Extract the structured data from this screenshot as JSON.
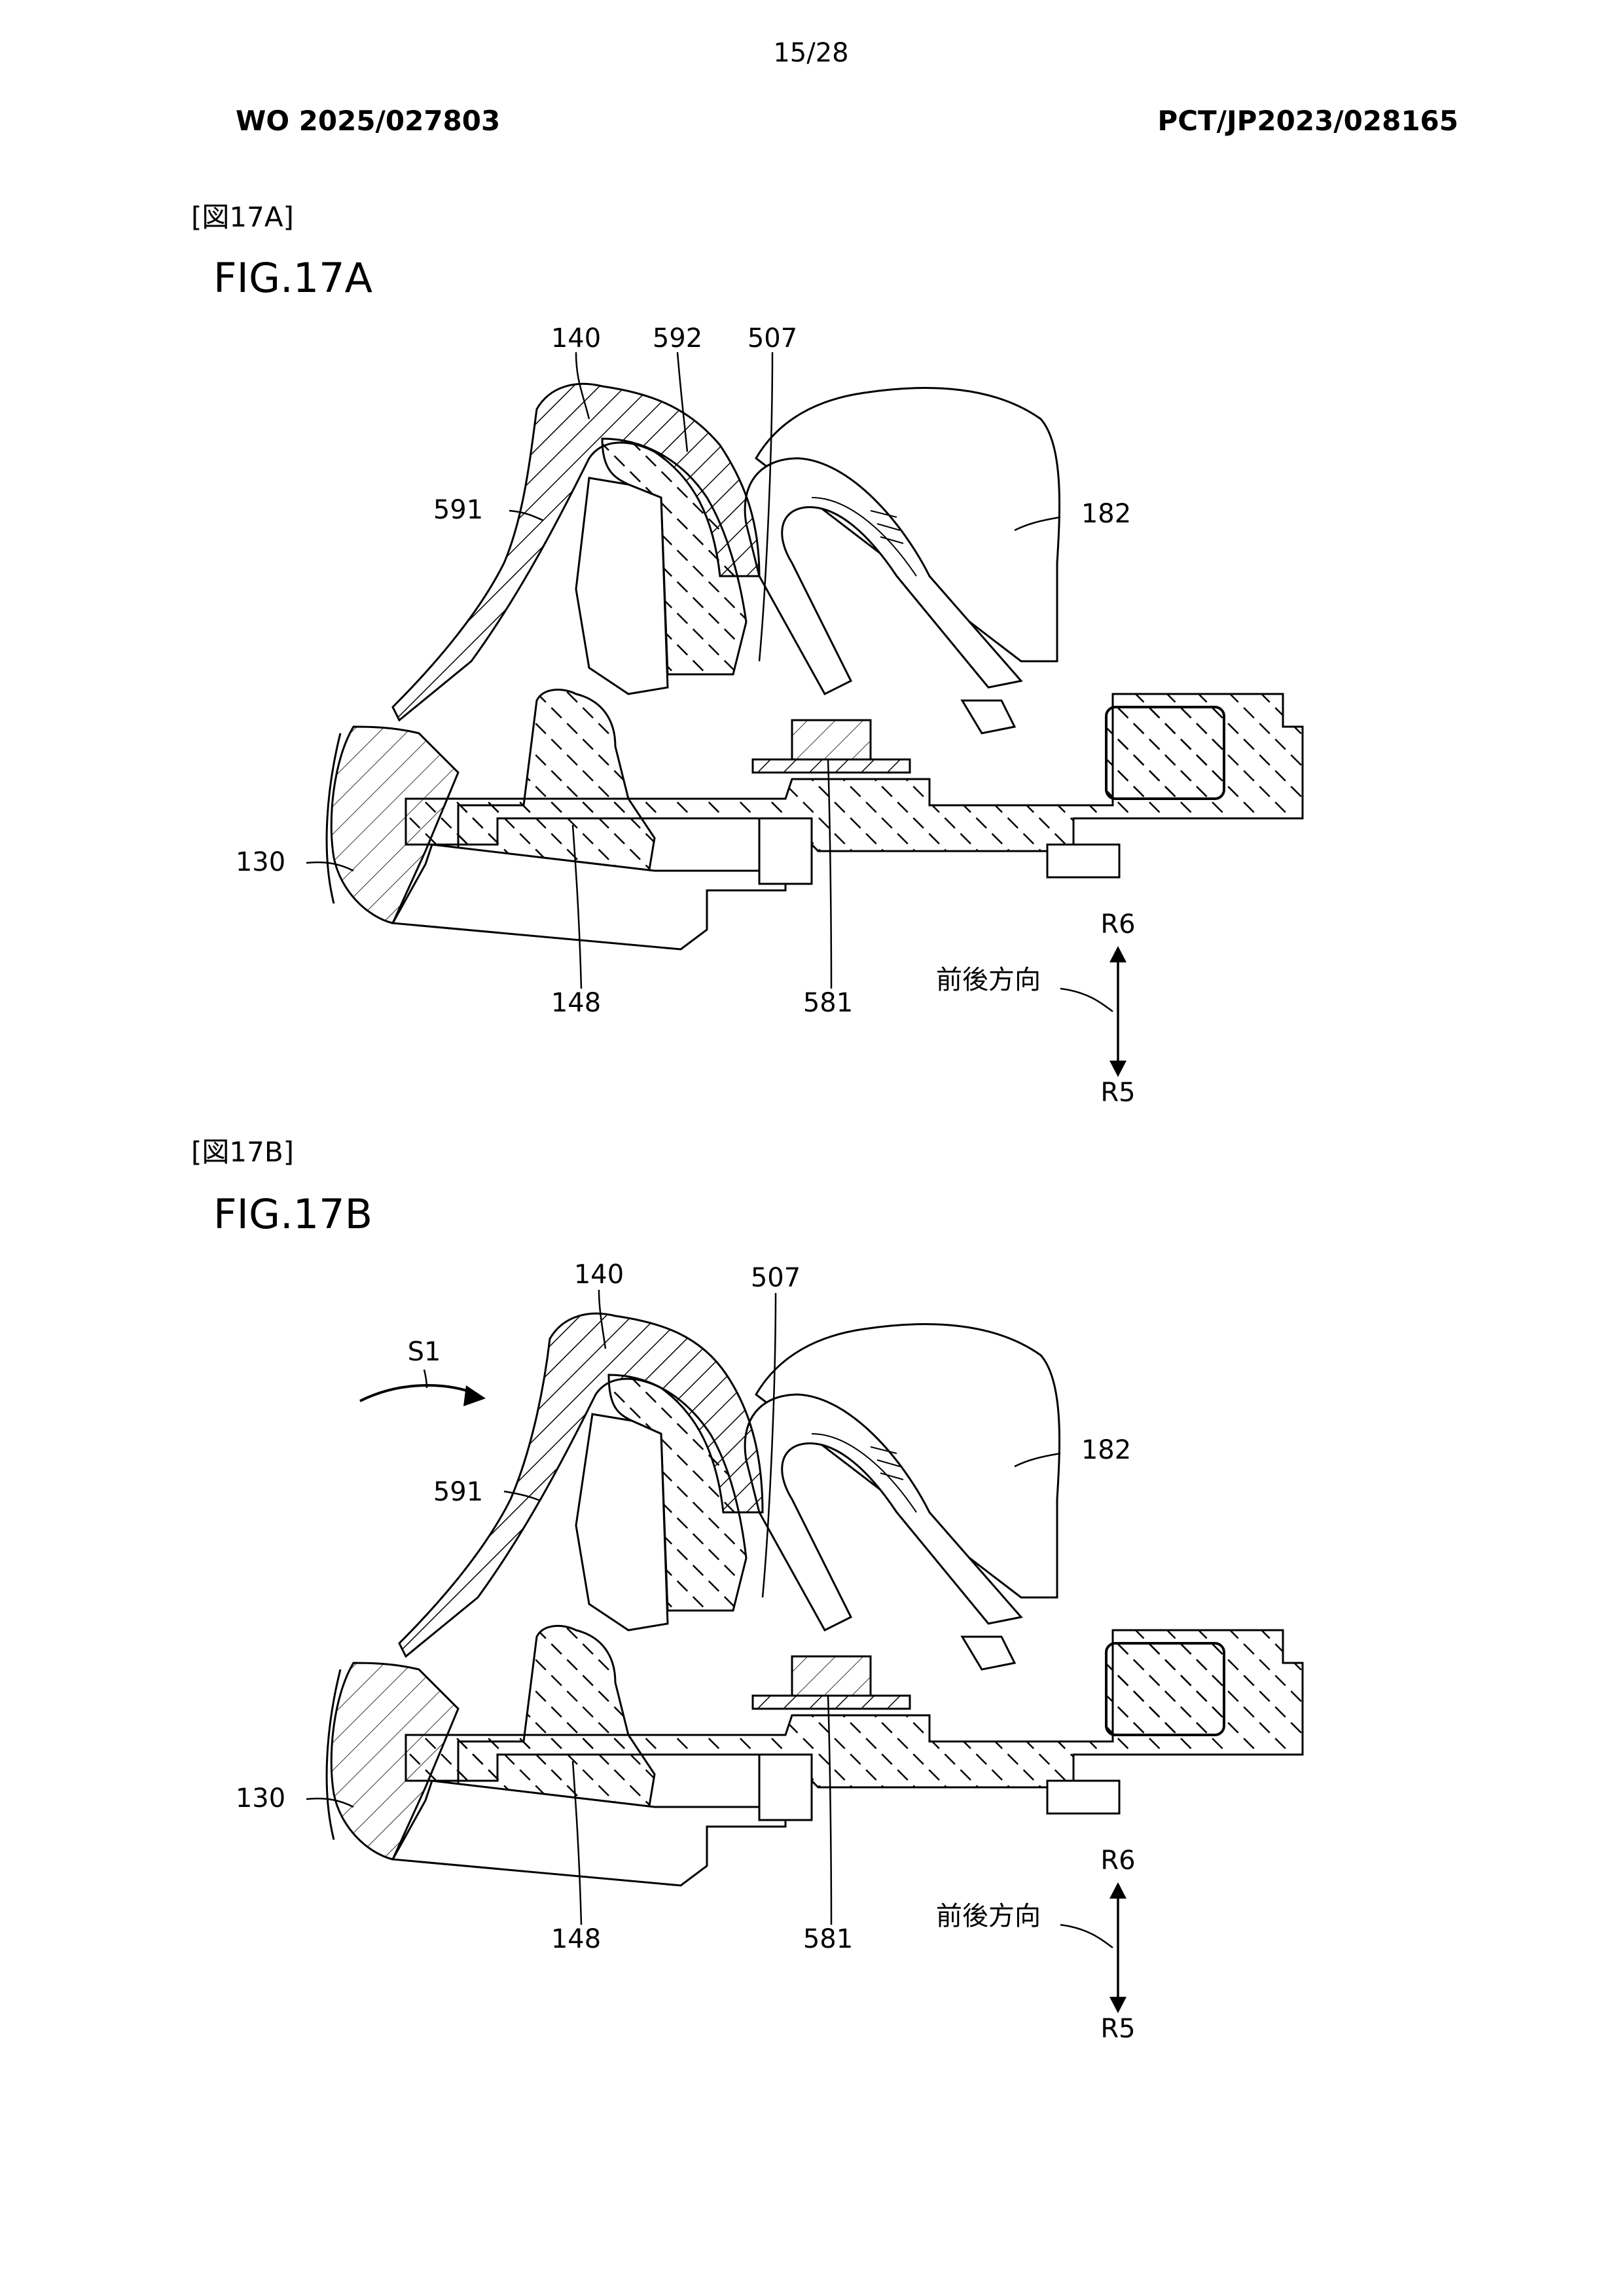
{
  "page": {
    "page_number": "15/28",
    "publication_number": "WO 2025/027803",
    "application_number": "PCT/JP2023/028165"
  },
  "figures": [
    {
      "tag": "[図17A]",
      "title": "FIG.17A",
      "labels": {
        "l140": "140",
        "l592": "592",
        "l507": "507",
        "l591": "591",
        "l182": "182",
        "l130": "130",
        "l148": "148",
        "l581": "581",
        "r6": "R6",
        "r5": "R5",
        "direction": "前後方向"
      }
    },
    {
      "tag": "[図17B]",
      "title": "FIG.17B",
      "labels": {
        "l140": "140",
        "l507": "507",
        "l591": "591",
        "l182": "182",
        "l130": "130",
        "l148": "148",
        "l581": "581",
        "s1": "S1",
        "r6": "R6",
        "r5": "R5",
        "direction": "前後方向"
      }
    }
  ]
}
